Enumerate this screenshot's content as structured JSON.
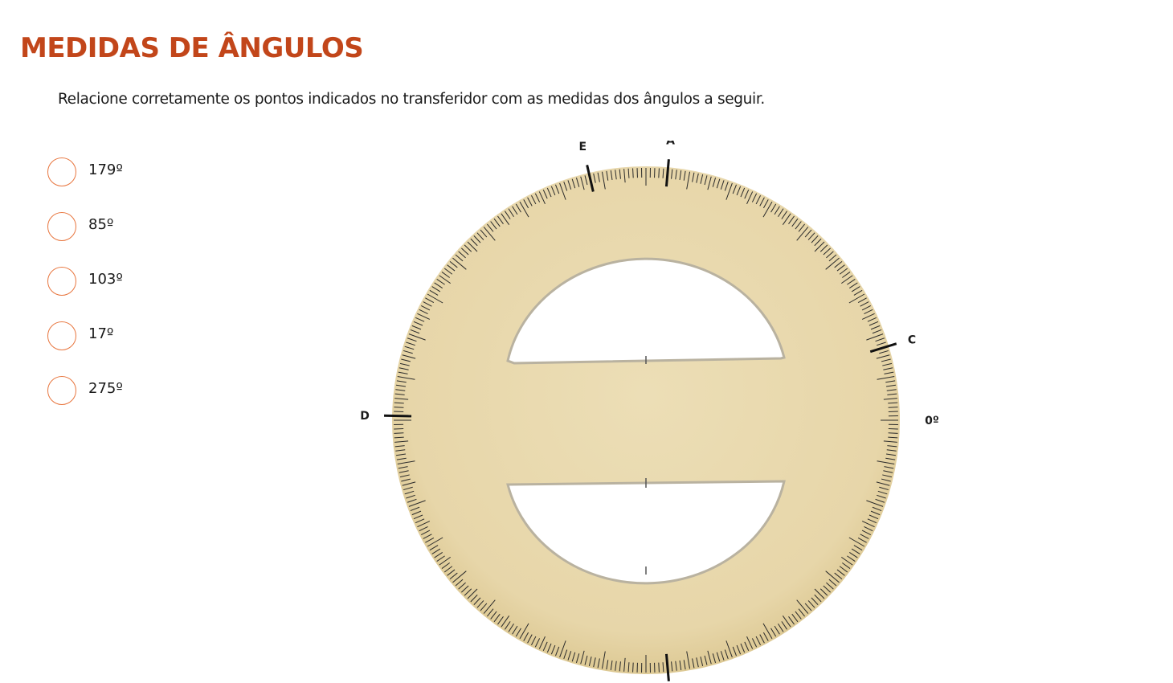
{
  "page": {
    "title": "MEDIDAS DE ÂNGULOS",
    "instruction": "Relacione corretamente os pontos indicados no transferidor com as medidas dos ângulos a seguir."
  },
  "answers": [
    {
      "label": "179º"
    },
    {
      "label": "85º"
    },
    {
      "label": "103º"
    },
    {
      "label": "17º"
    },
    {
      "label": "275º"
    }
  ],
  "protractor": {
    "points": [
      {
        "label": "E",
        "angle_deg": 103
      },
      {
        "label": "A",
        "angle_deg": 85
      },
      {
        "label": "C",
        "angle_deg": 17
      },
      {
        "label": "D",
        "angle_deg": 179
      },
      {
        "label": "0º",
        "angle_deg": 0
      }
    ],
    "bottom_mark_deg": 275
  },
  "colors": {
    "title": "#c2461a",
    "answer_circle_border": "#e8763f",
    "protractor_fill": "#e9dab0",
    "tick": "#2a2a2a"
  }
}
